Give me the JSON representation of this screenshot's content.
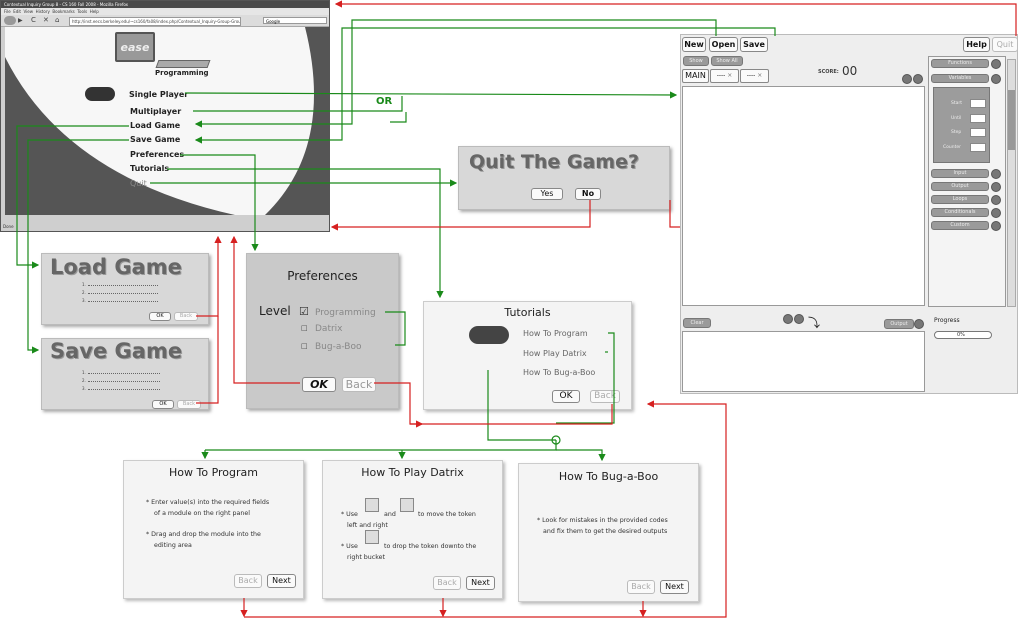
{
  "browser": {
    "title": "Contextual Inquiry Group 8 - CS 160 Fall 2008 - Mozilla Firefox",
    "menu": [
      "File",
      "Edit",
      "View",
      "History",
      "Bookmarks",
      "Tools",
      "Help"
    ],
    "url": "http://inst.eecs.berkeley.edu/~cs160/fa08/index.php/Contextual_Inquiry-Group-Group_8",
    "search": "Google",
    "status": "Done",
    "logo_text": "ease",
    "subtitle": "Programming",
    "menu_items": {
      "single_player": "Single Player",
      "multiplayer": "Multiplayer",
      "load_game": "Load Game",
      "save_game": "Save Game",
      "preferences": "Preferences",
      "tutorials": "Tutorials",
      "quit": "Quit"
    }
  },
  "or_label": "OR",
  "quit_dialog": {
    "title": "Quit The Game?",
    "yes": "Yes",
    "no": "No"
  },
  "load_game": {
    "title": "Load Game",
    "ok": "OK",
    "back": "Back",
    "slots": [
      "1.",
      "2.",
      "3."
    ]
  },
  "save_game": {
    "title": "Save Game",
    "ok": "OK",
    "back": "Back",
    "slots": [
      "1.",
      "2.",
      "3."
    ]
  },
  "preferences": {
    "title": "Preferences",
    "level_label": "Level",
    "options": [
      "Programming",
      "Datrix",
      "Bug-a-Boo"
    ],
    "ok": "OK",
    "back": "Back"
  },
  "tutorials": {
    "title": "Tutorials",
    "items": [
      "How To Program",
      "How Play Datrix",
      "How To Bug-a-Boo"
    ],
    "ok": "OK",
    "back": "Back"
  },
  "how_to_program": {
    "title": "How To Program",
    "lines": [
      "* Enter value(s) into the required fields",
      "of a module on the right panel",
      "",
      "* Drag and drop the module into the",
      "editing area"
    ],
    "back": "Back",
    "next": "Next"
  },
  "how_to_play_datrix": {
    "title": "How To Play Datrix",
    "use": "* Use",
    "and": "and",
    "move": "to move the token",
    "left_right": "left and right",
    "use2": "* Use",
    "drop": "to drop the token downto the",
    "bucket": "right bucket",
    "back": "Back",
    "next": "Next"
  },
  "how_to_bug": {
    "title": "How To Bug-a-Boo",
    "lines": [
      "* Look for mistakes in the provided codes",
      "and fix them to get the desired outputs"
    ],
    "back": "Back",
    "next": "Next"
  },
  "editor": {
    "new": "New",
    "open": "Open",
    "save": "Save",
    "help": "Help",
    "quit": "Quit",
    "tab_main": "MAIN",
    "tab_2": "----",
    "tab_3": "----",
    "score_label": "SCORE:",
    "score_value": "00",
    "small_btns": [
      "Show",
      "Show All"
    ],
    "side_modules": [
      "Functions",
      "Variables",
      "Input",
      "Output",
      "Loops",
      "Conditionals",
      "Custom"
    ],
    "fields": [
      "Start",
      "Until",
      "Step",
      "Counter"
    ],
    "bottom_left_btn": "Clear",
    "bottom_right_btn": "Output",
    "progress_label": "Progress",
    "progress_value": "0%",
    "progress_fraction": 0
  }
}
